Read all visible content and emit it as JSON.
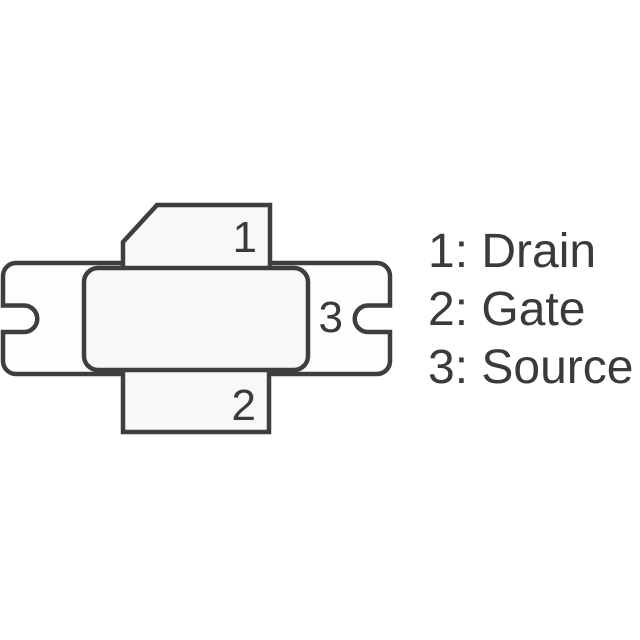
{
  "figure": {
    "type": "transistor-package-pinout-diagram",
    "background_color": "#ffffff",
    "outline_color": "#3e3e40",
    "flange_fill": "#fdfdfd",
    "lead_fill": "#f8f8f8",
    "text_color": "#3a3a3c"
  },
  "package": {
    "pin1_marker": "1",
    "pin2_marker": "2",
    "pin3_marker": "3"
  },
  "legend": {
    "lines": [
      {
        "text": "1: Drain"
      },
      {
        "text": "2: Gate"
      },
      {
        "text": "3: Source"
      }
    ]
  }
}
